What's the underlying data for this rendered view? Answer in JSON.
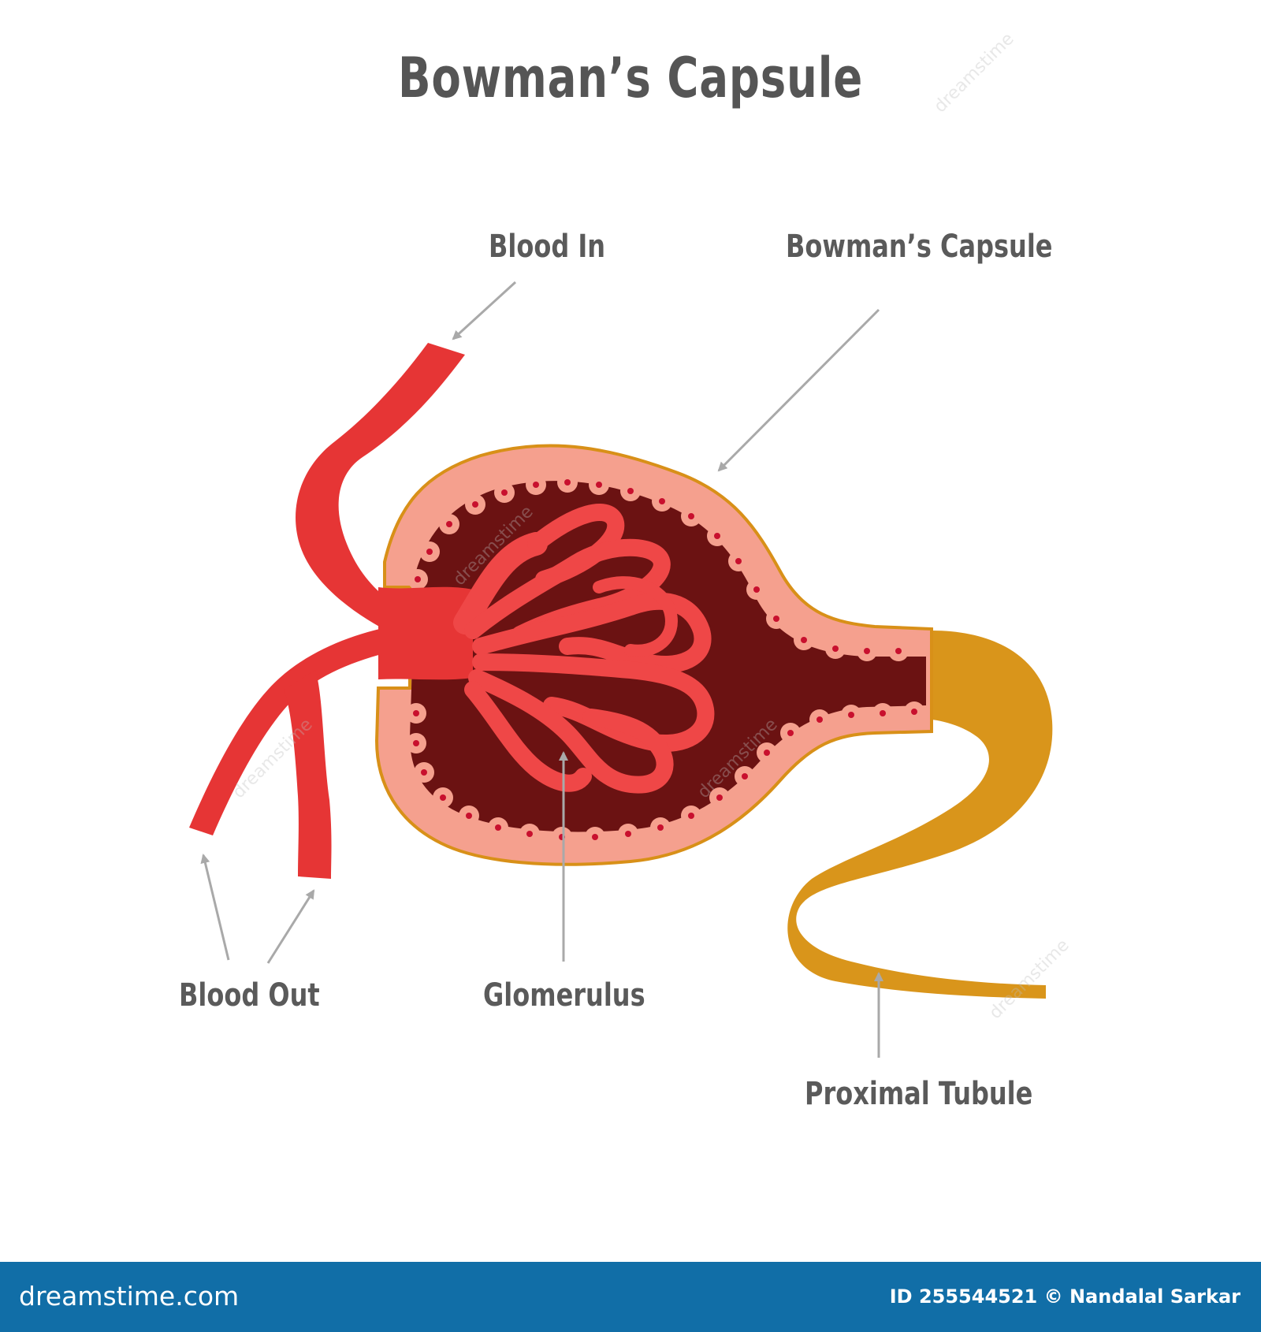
{
  "title": "Bowman’s Capsule",
  "labels": {
    "blood_in": "Blood In",
    "bowmans_capsule": "Bowman’s Capsule",
    "blood_out": "Blood Out",
    "glomerulus": "Glomerulus",
    "proximal_tubule": "Proximal Tubule"
  },
  "watermark": "dreamstime",
  "footer": {
    "site": "dreamstime.com",
    "credit": "ID 255544521 © Nandalal Sarkar"
  },
  "colors": {
    "vessel": "#e63535",
    "capsule_wall": "#f5a08e",
    "capsule_border": "#d89018",
    "lumen": "#6b1212",
    "tubule": "#d9951b",
    "label_text": "#5a5a5a",
    "pointer": "#a9a9a9",
    "footer_bar": "#116ea7"
  }
}
